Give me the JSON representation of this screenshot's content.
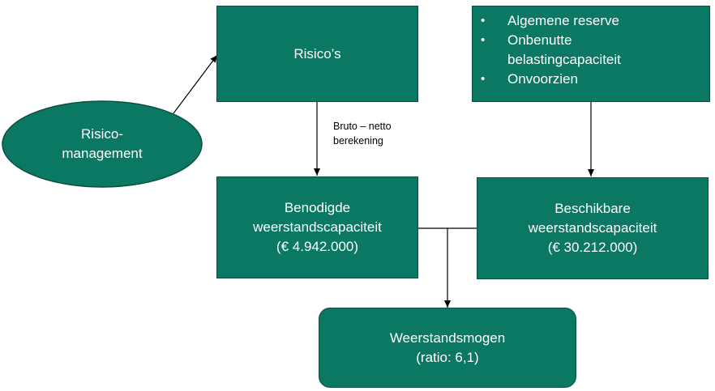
{
  "nodes": {
    "risicomanagement": {
      "line1": "Risico-",
      "line2": "management"
    },
    "risicos": {
      "label": "Risico’s"
    },
    "bruto_netto": {
      "line1": "Bruto – netto",
      "line2": "berekening"
    },
    "benodigd": {
      "line1": "Benodigde",
      "line2": "weerstandscapaciteit",
      "line3": "(€ 4.942.000)"
    },
    "beschikbaar": {
      "line1": "Beschikbare",
      "line2": "weerstandscapaciteit",
      "line3": "(€ 30.212.000)"
    },
    "weerstandsmogen": {
      "line1": "Weerstandsmogen",
      "line2": "(ratio: 6,1)"
    }
  },
  "bullet_list": {
    "items": [
      {
        "text": "Algemene reserve"
      },
      {
        "text": "Onbenutte",
        "cont": "belastingcapaciteit"
      },
      {
        "text": "Onvoorzien"
      }
    ]
  },
  "colors": {
    "fill": "#0a7862",
    "border": "#0b4f42",
    "text": "#ffffff",
    "connector": "#000000"
  }
}
